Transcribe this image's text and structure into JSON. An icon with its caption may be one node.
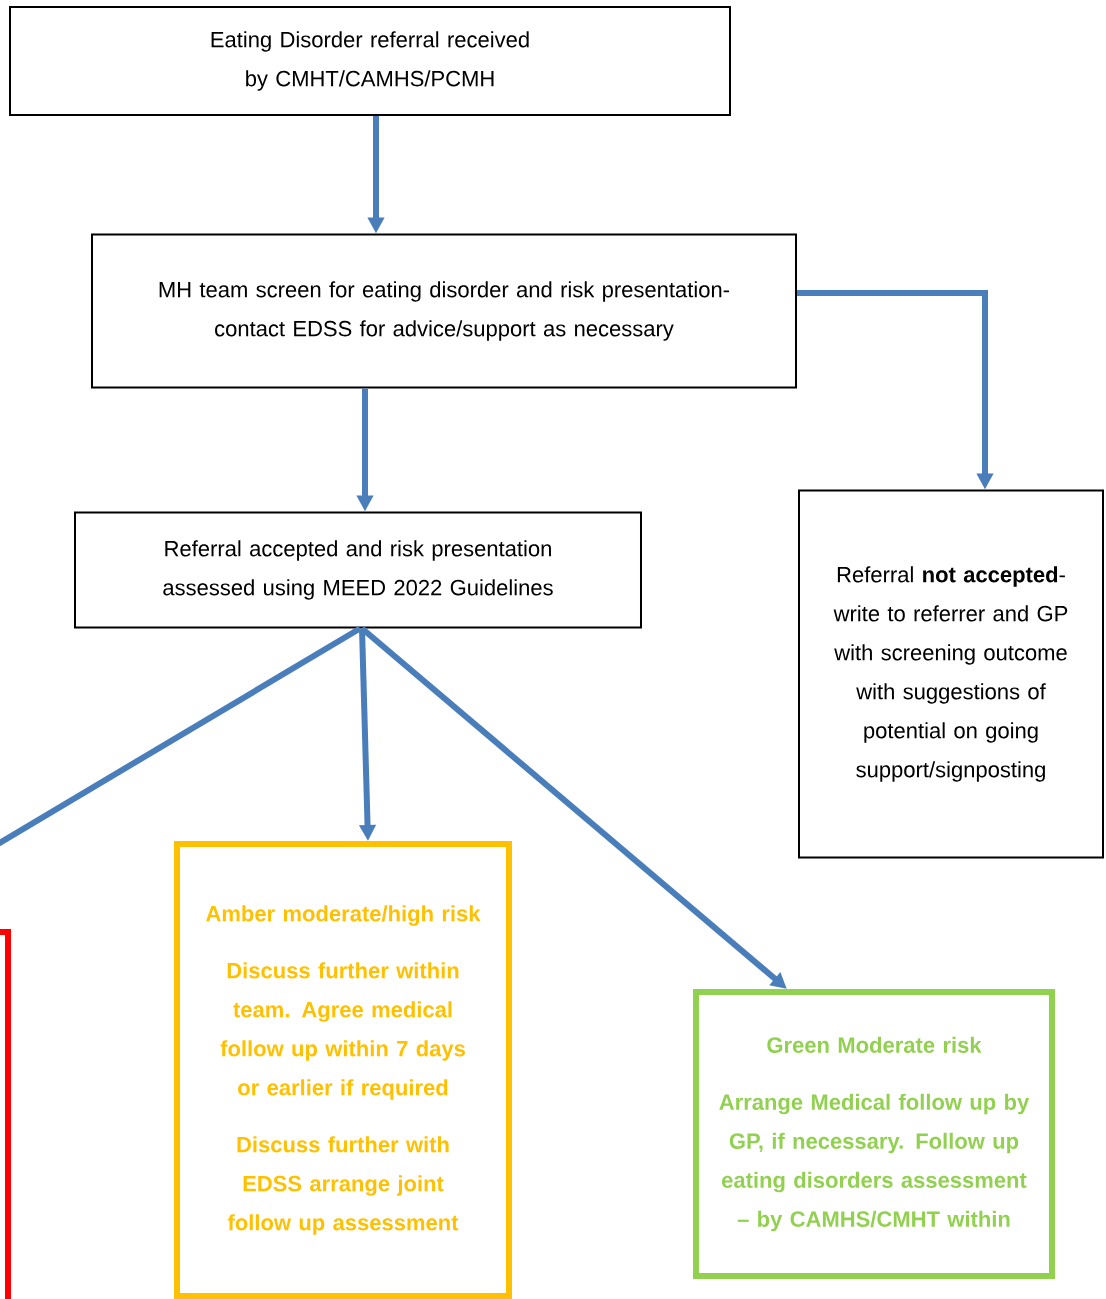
{
  "diagram": {
    "nodes": [
      {
        "text": [
          "Eating Disorder referral received by CMHT/CAMHS/PCMH"
        ]
      },
      {
        "text": [
          "MH team screen for eating disorder and risk presentation- contact EDSS for advice/support as necessary"
        ]
      },
      {
        "text": [
          "Referral accepted and risk presentation assessed using MEED 2022 Guidelines"
        ]
      },
      {
        "text": [
          "Referral **not accepted**- write to referrer and GP with screening outcome with suggestions of potential on going support/signposting"
        ]
      },
      {
        "text": [],
        "shape": "box"
      },
      {
        "text": [
          "Amber moderate/high risk",
          "Discuss further within team. Agree medical follow up within 7 days or earlier if required",
          "Discuss further with EDSS arrange joint follow up assessment"
        ]
      },
      {
        "text": [
          "Green Moderate risk",
          "Arrange Medical follow up by GP, if necessary. Follow up eating disorders assessment – by CAMHS/CMHT within"
        ]
      }
    ],
    "edges": [
      {
        "from": 0,
        "to": 1,
        "arrow": "to"
      },
      {
        "from": 1,
        "to": 3,
        "arrow": "to"
      },
      {
        "from": 1,
        "to": 2,
        "arrow": "to"
      },
      {
        "from": 2,
        "to": 4,
        "arrow": "none"
      },
      {
        "from": 2,
        "to": 5,
        "arrow": "to"
      },
      {
        "from": 2,
        "to": 6,
        "arrow": "to"
      }
    ]
  }
}
